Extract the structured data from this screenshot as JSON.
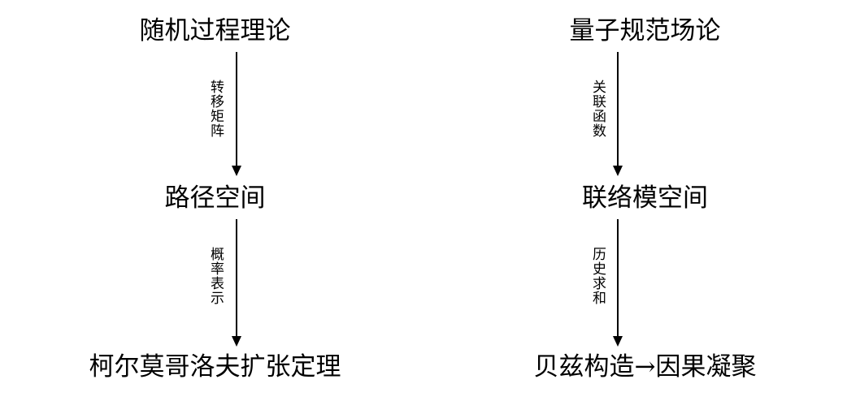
{
  "left_chain": {
    "node_1": "随机过程理论",
    "edge_1_label": "转移矩阵",
    "node_2": "路径空间",
    "edge_2_label": "概率表示",
    "node_3": "柯尔莫哥洛夫扩张定理"
  },
  "right_chain": {
    "node_1": "量子规范场论",
    "edge_1_label": "关联函数",
    "node_2": "联络模空间",
    "edge_2_label": "历史求和",
    "node_3": "贝兹构造→因果凝聚"
  },
  "colors": {
    "background": "#ffffff",
    "ink": "#000000"
  }
}
